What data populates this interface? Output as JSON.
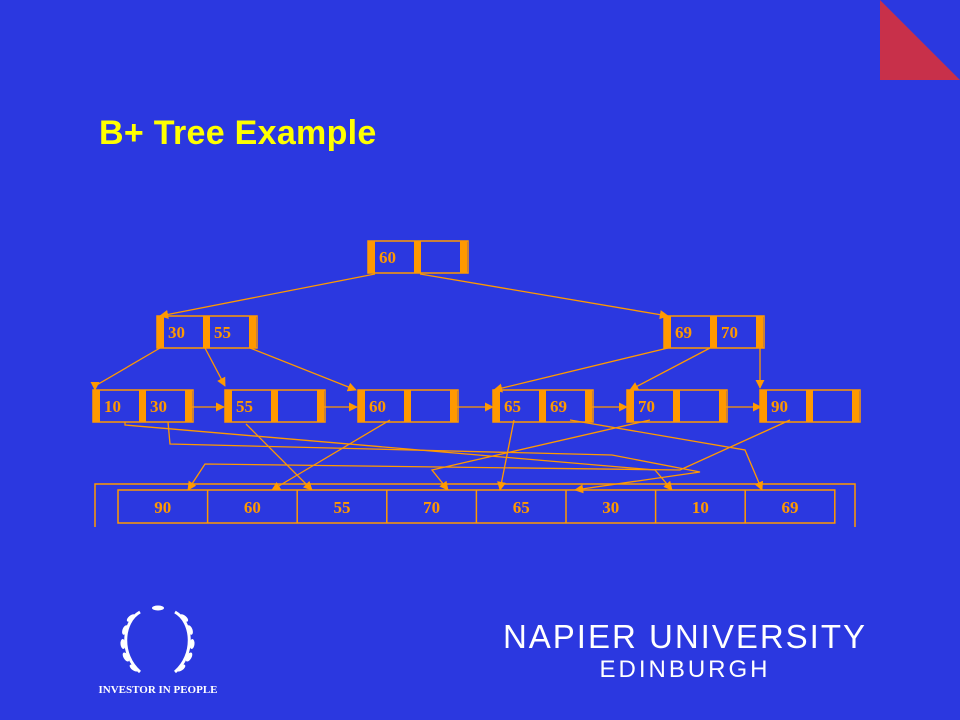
{
  "slide": {
    "title": "B+ Tree Example",
    "colors": {
      "background": "#2b38e0",
      "title": "#ffff00",
      "node": "#ff9900",
      "corner": "#c8304a"
    }
  },
  "tree": {
    "root": {
      "keys": [
        "60",
        ""
      ]
    },
    "internal": [
      {
        "keys": [
          "30",
          "55"
        ]
      },
      {
        "keys": [
          "69",
          "70"
        ]
      }
    ],
    "leaves": [
      {
        "keys": [
          "10",
          "30"
        ]
      },
      {
        "keys": [
          "55",
          ""
        ]
      },
      {
        "keys": [
          "60",
          ""
        ]
      },
      {
        "keys": [
          "65",
          "69"
        ]
      },
      {
        "keys": [
          "70",
          ""
        ]
      },
      {
        "keys": [
          "90",
          ""
        ]
      }
    ],
    "records": [
      "90",
      "60",
      "55",
      "70",
      "65",
      "30",
      "10",
      "69"
    ]
  },
  "footer": {
    "investor_label": "INVESTOR IN PEOPLE",
    "investor_icon": "laurel-wreath-icon",
    "university_name": "NAPIER UNIVERSITY",
    "university_city": "EDINBURGH"
  }
}
